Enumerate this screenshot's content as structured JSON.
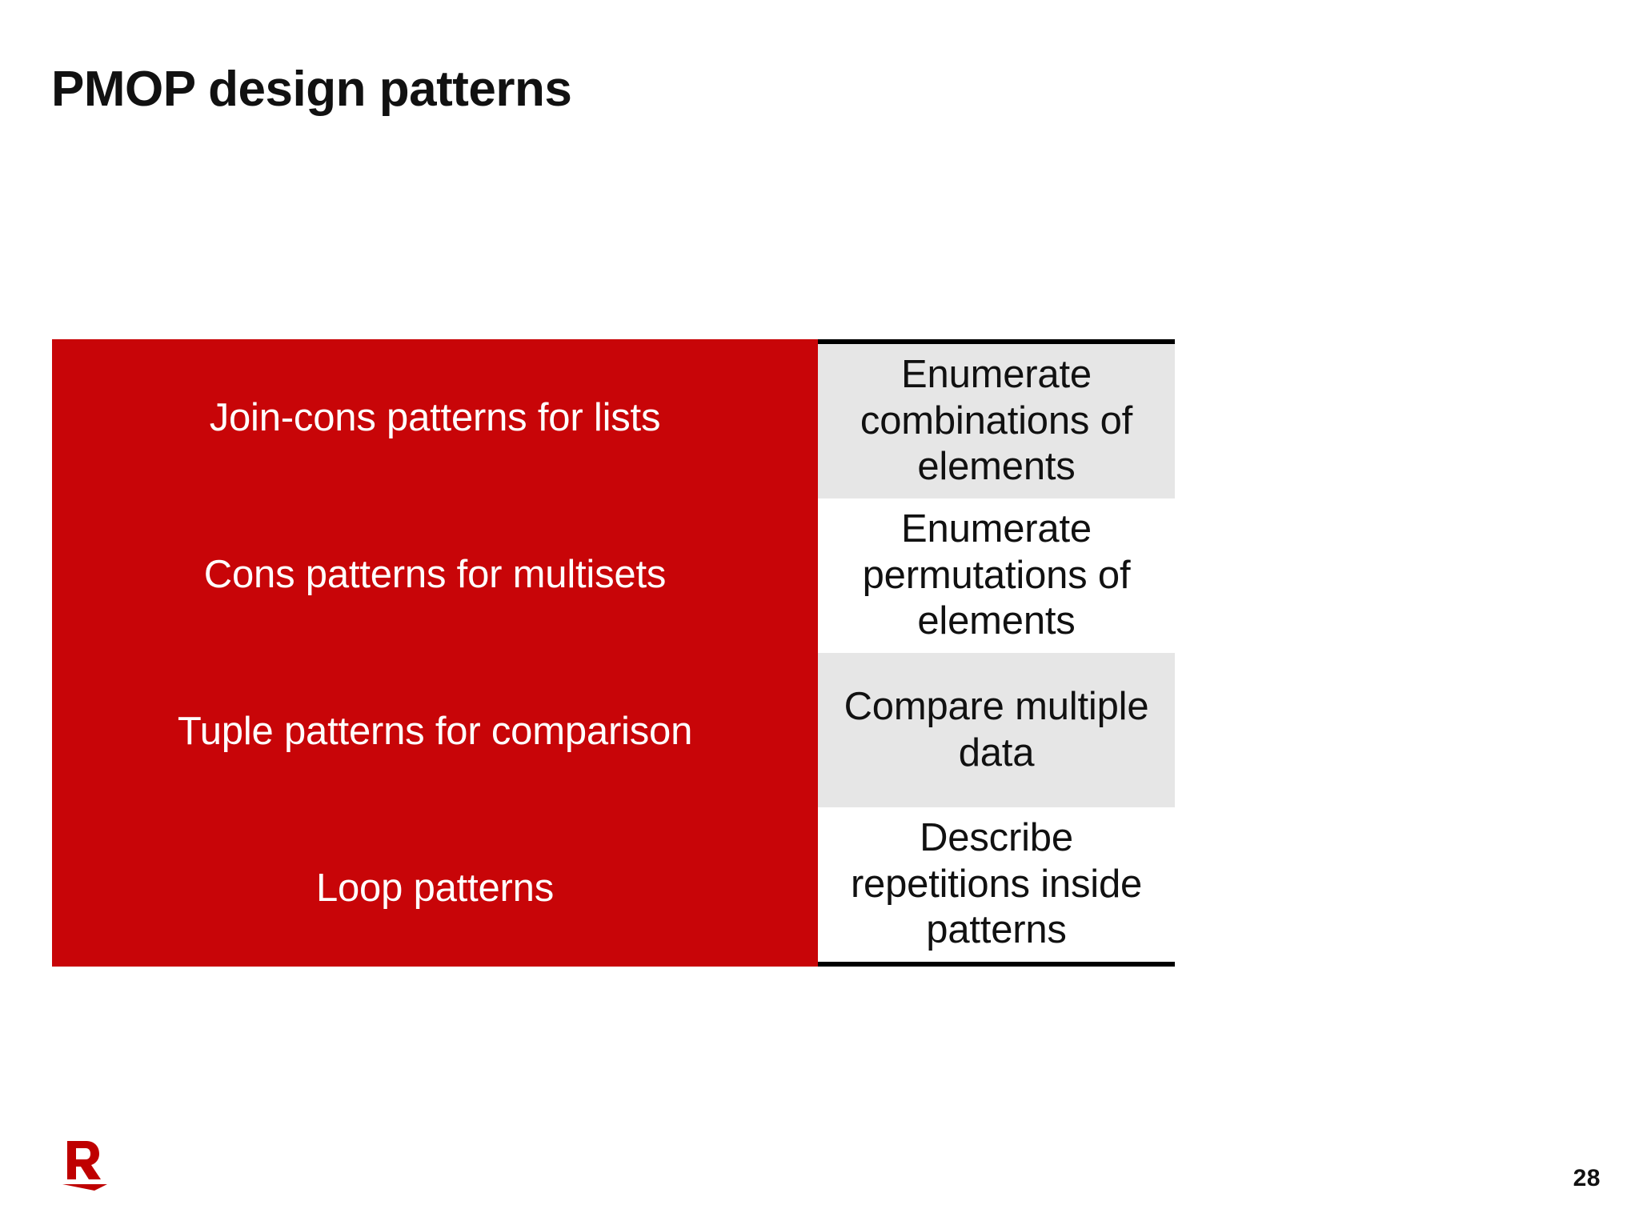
{
  "slide": {
    "title": "PMOP design patterns",
    "page_number": "28",
    "logo_name": "rakuten-r-logo",
    "accent_color": "#c80508",
    "shaded_row_color": "#e6e6e6",
    "border_color": "#000000"
  },
  "table": {
    "rows": [
      {
        "pattern": "Join-cons patterns for lists",
        "purpose": "Enumerate combinations of elements",
        "shaded": true
      },
      {
        "pattern": "Cons patterns for multisets",
        "purpose": "Enumerate permutations of elements",
        "shaded": false
      },
      {
        "pattern": "Tuple patterns for comparison",
        "purpose": "Compare multiple data",
        "shaded": true
      },
      {
        "pattern": "Loop patterns",
        "purpose": "Describe repetitions inside patterns",
        "shaded": false
      }
    ]
  }
}
